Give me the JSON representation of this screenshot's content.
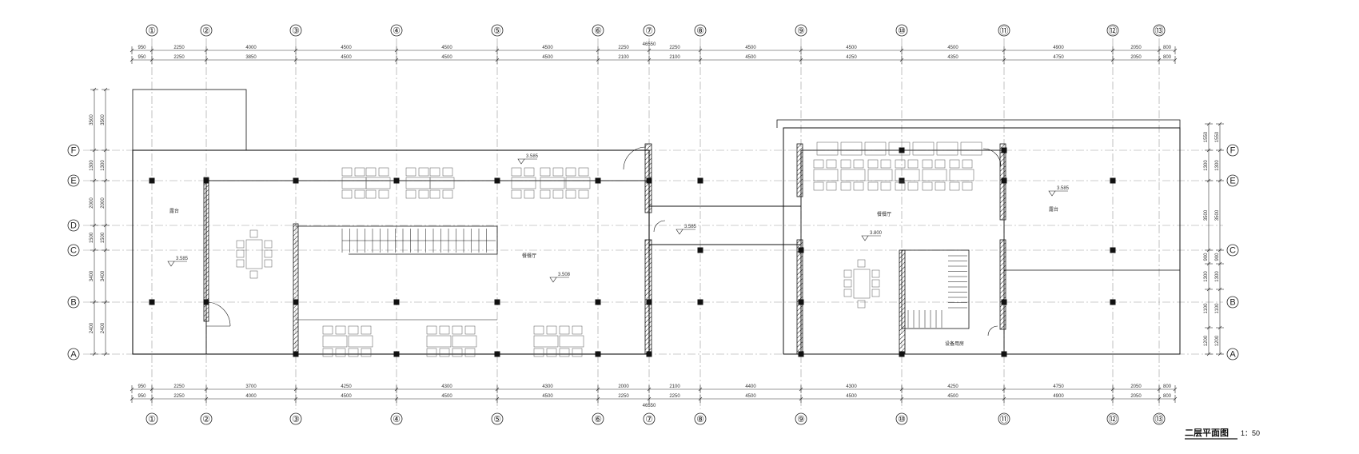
{
  "drawing": {
    "title": "二层平面图",
    "scale": "1：50"
  },
  "total_length": "46550",
  "vertical_axes": [
    "①",
    "②",
    "③",
    "④",
    "⑤",
    "⑥",
    "⑦",
    "⑧",
    "⑨",
    "⑩",
    "⑪",
    "⑫",
    "⑬"
  ],
  "horizontal_axes": [
    "F",
    "E",
    "D",
    "C",
    "B",
    "A"
  ],
  "top_dims_outer": [
    "950",
    "2250",
    "4000",
    "4500",
    "4500",
    "4500",
    "2250",
    "2250",
    "4500",
    "4500",
    "4500",
    "4900",
    "2050",
    "800"
  ],
  "top_dims_inner": [
    "950",
    "2250",
    "3850",
    "4500",
    "4500",
    "4500",
    "2100",
    "2100",
    "4500",
    "4250",
    "4350",
    "4750",
    "2050",
    "800"
  ],
  "bottom_dims_inner": [
    "950",
    "2250",
    "3700",
    "4250",
    "4300",
    "4300",
    "2000",
    "2100",
    "4400",
    "4300",
    "4250",
    "4750",
    "2050",
    "800"
  ],
  "bottom_dims_outer": [
    "950",
    "2250",
    "4000",
    "4500",
    "4500",
    "4500",
    "2250",
    "2250",
    "4500",
    "4500",
    "4500",
    "4900",
    "2050",
    "800"
  ],
  "left_dims": [
    "3500",
    "1300",
    "2000",
    "1500",
    "3400",
    "2400"
  ],
  "right_dims": [
    "1550",
    "1300",
    "3500",
    "900",
    "1300",
    "1100",
    "1200"
  ],
  "rooms": {
    "left_terrace": "露台",
    "dining_left": "餐餐厅",
    "dining_right": "餐餐厅",
    "right_terrace": "露台",
    "equipment": "设备用房"
  },
  "elevations": {
    "e1": "3.585",
    "e2": "3.585",
    "e3": "3.508",
    "e4": "3.585",
    "e5": "3.800",
    "e6": "3.585"
  }
}
